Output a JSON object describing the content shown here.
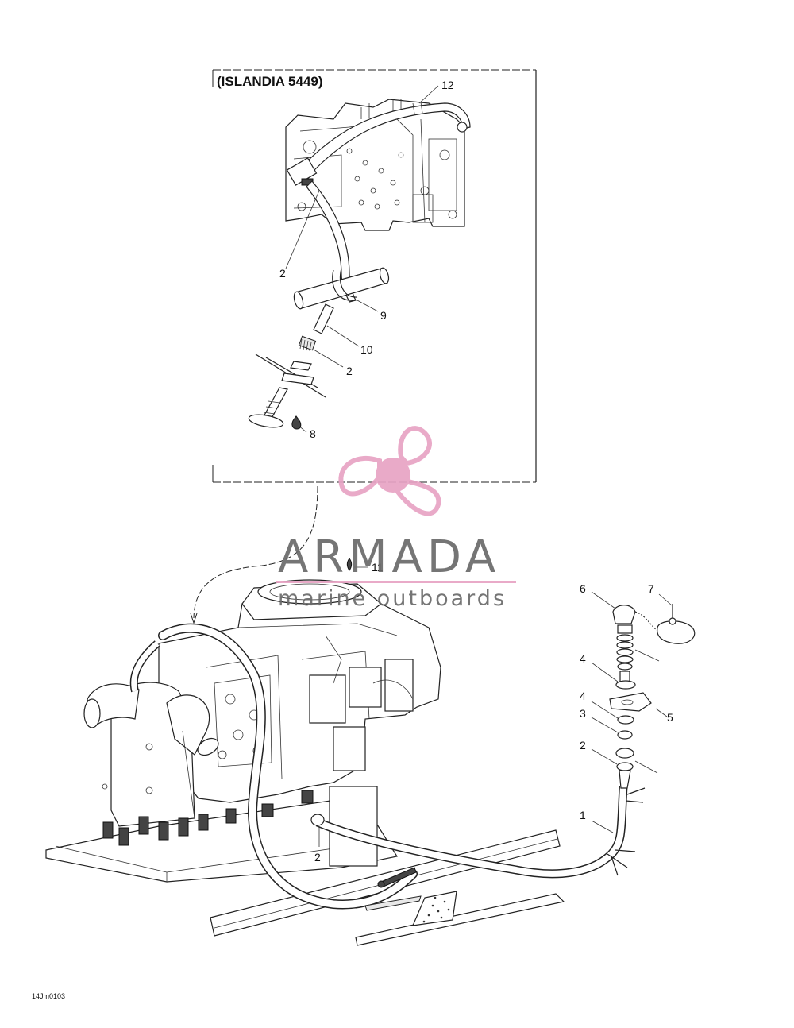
{
  "inset": {
    "title": "(ISLANDIA 5449)"
  },
  "callouts": {
    "inset_12": "12",
    "inset_2a": "2",
    "inset_9": "9",
    "inset_10": "10",
    "inset_2b": "2",
    "inset_8": "8",
    "main_11": "11",
    "main_6": "6",
    "main_7": "7",
    "main_4a": "4",
    "main_4b": "4",
    "main_5": "5",
    "main_3": "3",
    "main_2a": "2",
    "main_1": "1",
    "main_2b": "2"
  },
  "watermark": {
    "brand": "ARMADA",
    "tagline": "marine outboards",
    "logo_icon": "propeller-icon",
    "color": "#e8a3c4"
  },
  "drawing_code": "14Jm0103"
}
